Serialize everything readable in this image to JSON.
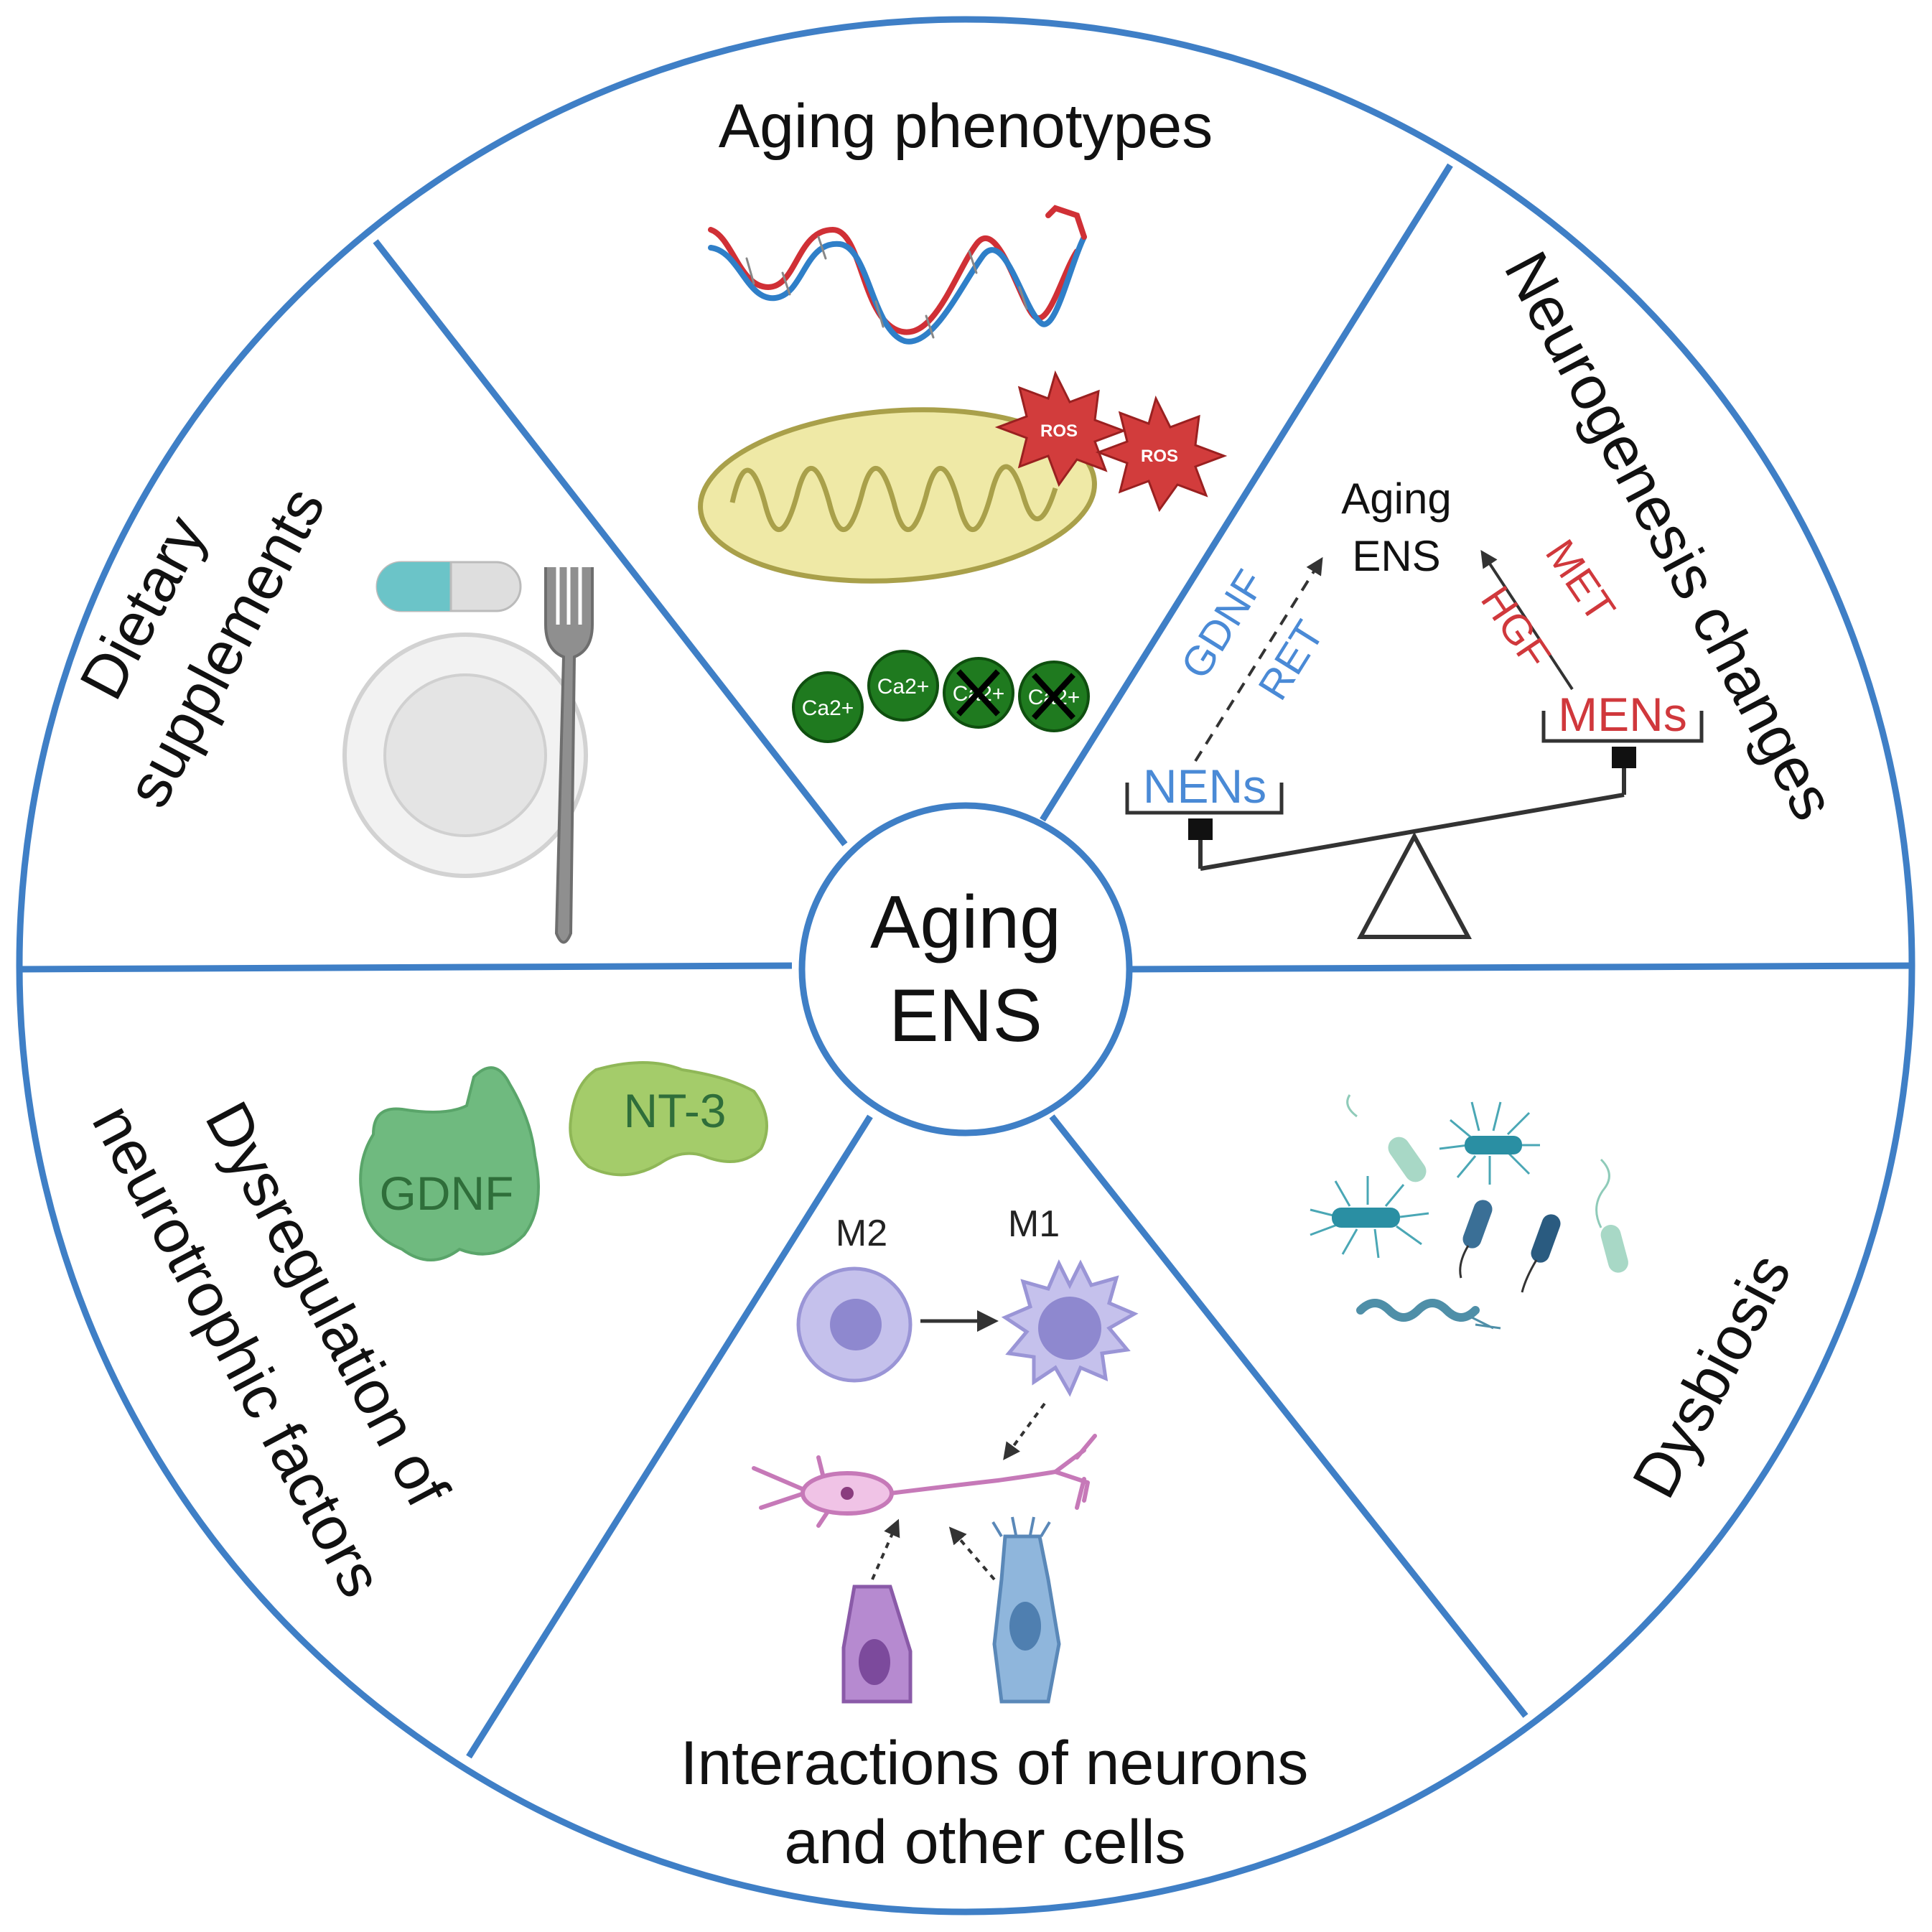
{
  "center": {
    "line1": "Aging",
    "line2": "ENS"
  },
  "sections": {
    "aging_phenotypes": {
      "title": "Aging phenotypes",
      "ros_labels": [
        "ROS",
        "ROS"
      ],
      "calcium_labels": [
        "Ca2+",
        "Ca2+",
        "Ca2+",
        "Ca2+"
      ]
    },
    "neurogenesis": {
      "title": "Neurogenesis changes",
      "target_line1": "Aging",
      "target_line2": "ENS",
      "nens": "NENs",
      "mens": "MENs",
      "gdnf": "GDNF",
      "ret": "RET",
      "met": "MET",
      "hgf": "HGF"
    },
    "dysbiosis": {
      "title": "Dysbiosis"
    },
    "interactions": {
      "title_line1": "Interactions of neurons",
      "title_line2": "and other cells",
      "m2": "M2",
      "m1": "M1"
    },
    "neurotrophic": {
      "title_line1": "Dysregulation of",
      "title_line2": "neurotrophic factors",
      "gdnf": "GDNF",
      "nt3": "NT-3"
    },
    "dietary": {
      "title_line1": "Dietary",
      "title_line2": "supplements"
    }
  },
  "colors": {
    "divider": "#3f7fc6",
    "nens_blue": "#4a8ad6",
    "mens_red": "#d0383c",
    "calcium_green": "#1f7a1f",
    "ros_red": "#d23c3c",
    "mito_yellow": "#efe9a6"
  }
}
